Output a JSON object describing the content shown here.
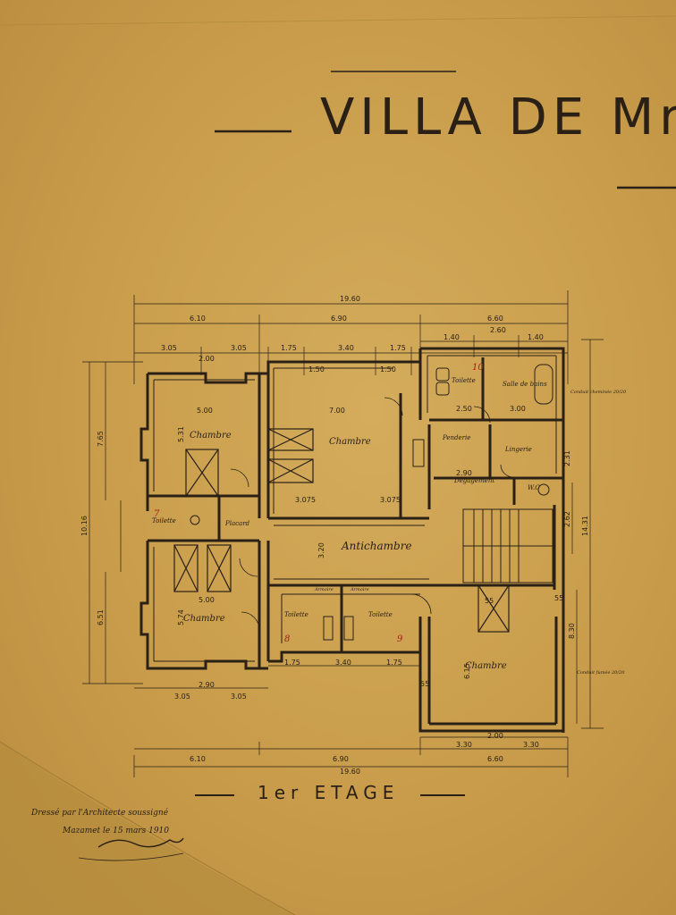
{
  "title": {
    "main": "VILLA DE Mr A"
  },
  "floor_label": "1er ETAGE",
  "signature_note": {
    "line1": "Dressé par l'Architecte soussigné",
    "line2": "Mazamet le 15 mars 1910"
  },
  "rooms": {
    "chambre_nw": "Chambre",
    "chambre_center": "Chambre",
    "chambre_sw": "Chambre",
    "chambre_se": "Chambre",
    "antichambre": "Antichambre",
    "toilette_ne": "Toilette",
    "salle_bains": "Salle de bains",
    "penderie": "Penderie",
    "lingerie": "Lingerie",
    "degagement": "Dégagement",
    "wc": "W.C",
    "toilette_w": "Toilette",
    "toilette_s1": "Toilette",
    "toilette_s2": "Toilette",
    "placard": "Placard",
    "armoire1": "Armoire",
    "armoire2": "Armoire"
  },
  "dims": {
    "total_top": "19.60",
    "total_bottom": "19.60",
    "seg_top_1": "6.10",
    "seg_top_2": "6.90",
    "seg_top_3": "6.60",
    "seg_bot_1": "6.10",
    "seg_bot_2": "6.90",
    "seg_bot_3": "6.60",
    "t_305a": "3.05",
    "t_305b": "3.05",
    "t_175a": "1.75",
    "t_340": "3.40",
    "t_175b": "1.75",
    "t_200": "2.00",
    "t_150a": "1.50",
    "t_150b": "1.50",
    "t_140": "1.40",
    "t_260": "2.60",
    "t_140b": "1.40",
    "r_1016": "10.16",
    "r_765": "7.65",
    "r_651": "6.51",
    "r_1431": "14.31",
    "r_830": "8.30",
    "r_262": "2.62",
    "r_231": "2.31",
    "in_500a": "5.00",
    "in_700": "7.00",
    "in_500b": "5.00",
    "in_3075a": "3.075",
    "in_3075b": "3.075",
    "in_320": "3.20",
    "in_250": "2.50",
    "in_300": "3.00",
    "in_290": "2.90",
    "b_305a": "3.05",
    "b_305b": "3.05",
    "b_290": "2.90",
    "b_175a": "1.75",
    "b_340": "3.40",
    "b_175b": "1.75",
    "b_330a": "3.30",
    "b_330b": "3.30",
    "b_200": "2.00",
    "s_615": "6.15",
    "s_574": "5.74",
    "s_531": "5.31",
    "s_55a": "55",
    "s_55b": "55",
    "s_55c": "55"
  },
  "numbers": {
    "n7": "7",
    "n8": "8",
    "n9": "9",
    "n10": "10"
  },
  "notes": {
    "chimney_ne": "Conduit cheminée 20/20",
    "chimney_se": "Conduit fumée 20/20"
  }
}
